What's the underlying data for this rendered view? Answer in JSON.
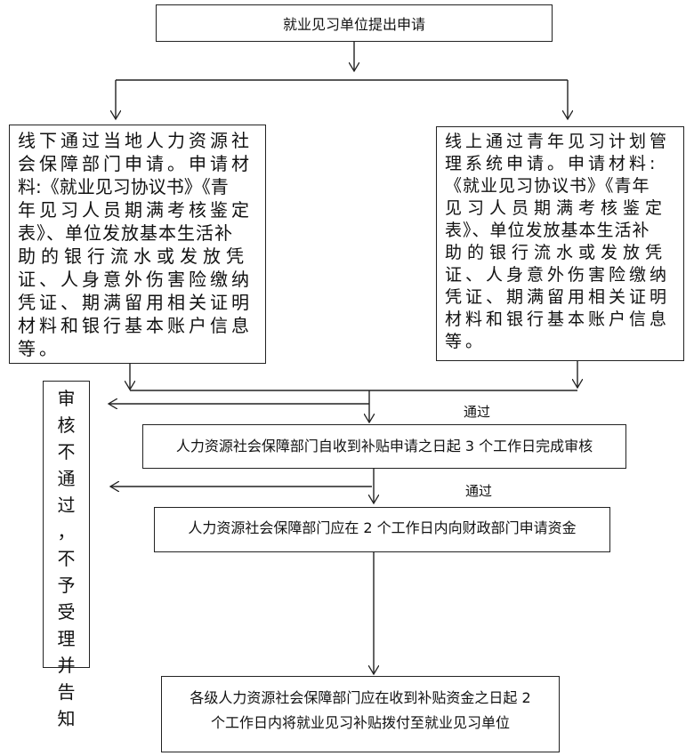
{
  "nodes": {
    "start": "就业见习单位提出申请",
    "offline_lines": [
      "线下通过当地人力资源社",
      "会保障部门申请。申请材",
      "料:《就业见习协议书》《青",
      "年见习人员期满考核鉴定",
      "表》、单位发放基本生活补",
      "助的银行流水或发放凭",
      "证、人身意外伤害险缴纳",
      "凭证、期满留用相关证明",
      "材料和银行基本账户信息",
      "等。"
    ],
    "online_lines": [
      "线上通过青年见习计划管",
      "理系统申请。申请材料:",
      "《就业见习协议书》《青年",
      "见习人员期满考核鉴定",
      "表》、单位发放基本生活补",
      "助的银行流水或发放凭",
      "证、人身意外伤害险缴纳",
      "凭证、期满留用相关证明",
      "材料和银行基本账户信息",
      "等。"
    ],
    "review": "人力资源社会保障部门自收到补贴申请之日起 3 个工作日完成审核",
    "funding": "人力资源社会保障部门应在 2 个工作日内向财政部门申请资金",
    "payment_lines": [
      "各级人力资源社会保障部门应在收到补贴资金之日起 2",
      "个工作日内将就业见习补贴拨付至就业见习单位"
    ],
    "reject_chars": [
      "审",
      "核",
      "不",
      "通",
      "过",
      "，",
      "不",
      "予",
      "受",
      "理",
      "并",
      "告",
      "知"
    ]
  },
  "edge_labels": {
    "pass_1": "通过",
    "pass_2": "通过"
  }
}
